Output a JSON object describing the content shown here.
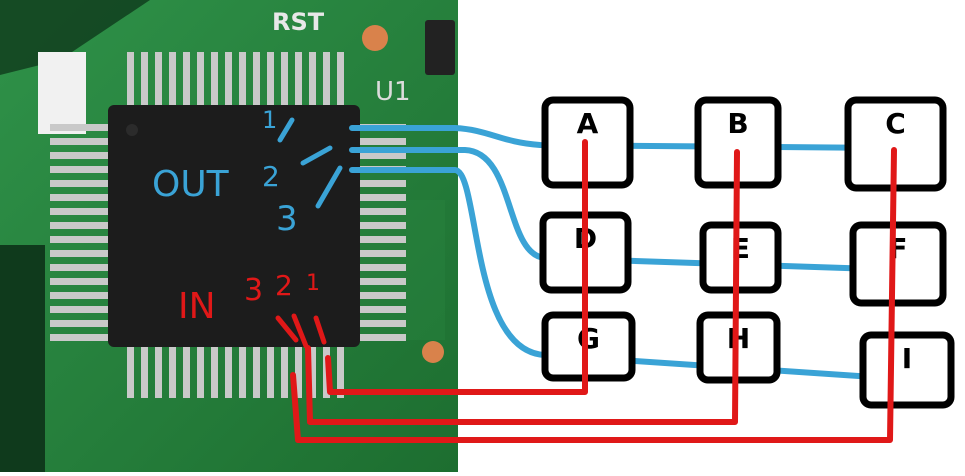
{
  "board": {
    "silkscreen_rst": "RST",
    "silkscreen_u1": "U1"
  },
  "annotations": {
    "out_label": "OUT",
    "out_pins": [
      "1",
      "2",
      "3"
    ],
    "in_label": "IN",
    "in_pins": [
      "3",
      "2",
      "1"
    ]
  },
  "keys": [
    "A",
    "B",
    "C",
    "D",
    "E",
    "F",
    "G",
    "H",
    "I"
  ],
  "colors": {
    "pcb_green": "#1e7a35",
    "row_wire": "#3aa3d6",
    "col_wire": "#e01818",
    "key_outline": "#000000",
    "ic_body": "#1c1c1c",
    "pin_silver": "#c9c9c9",
    "pad_copper": "#d9824b"
  }
}
